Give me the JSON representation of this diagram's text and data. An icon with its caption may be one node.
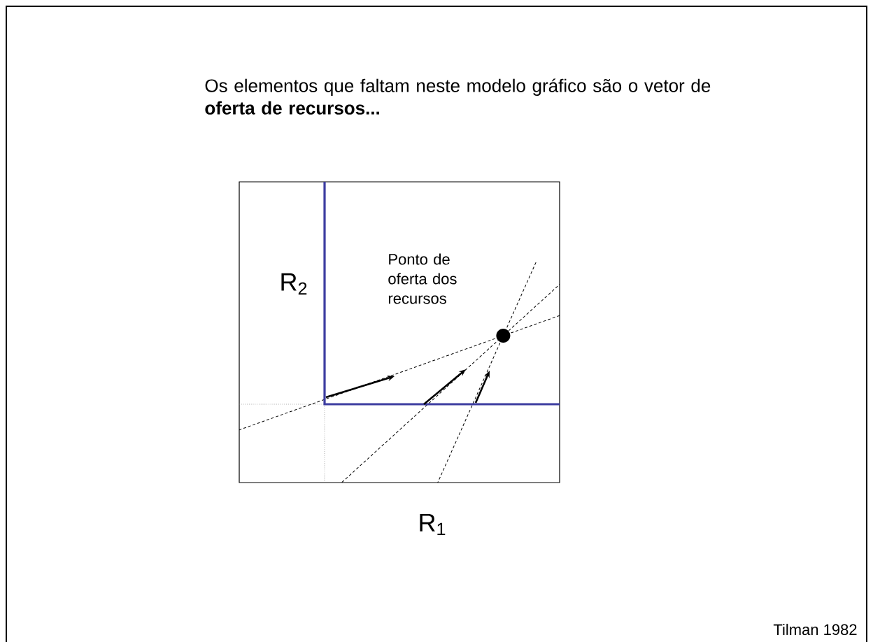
{
  "diagram": {
    "title": "Os elementos que faltam neste modelo gráfico são o vetor de **oferta de recursos...**",
    "labels": [
      "Ponto de oferta dos recursos",
      "R$_{2}$",
      "R$_{1}$",
      "Tilman 1982"
    ]
  }
}
